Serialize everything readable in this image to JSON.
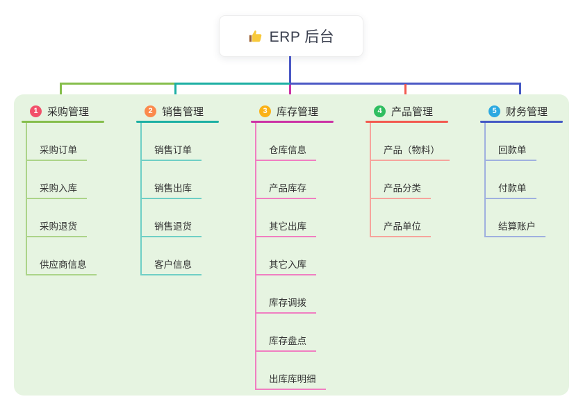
{
  "root": {
    "title": "ERP 后台",
    "icon": "thumbs-up-icon",
    "line_color": "#4a58c5"
  },
  "panel": {
    "background": "#e6f4e1"
  },
  "branches": [
    {
      "num": "1",
      "label": "采购管理",
      "badge_color": "#f2506a",
      "line_color": "#85be4b",
      "child_line_color": "#acd489",
      "children": [
        "采购订单",
        "采购入库",
        "采购退货",
        "供应商信息"
      ]
    },
    {
      "num": "2",
      "label": "销售管理",
      "badge_color": "#fb8a4d",
      "line_color": "#1cafa3",
      "child_line_color": "#6fcfc5",
      "children": [
        "销售订单",
        "销售出库",
        "销售退货",
        "客户信息"
      ]
    },
    {
      "num": "3",
      "label": "库存管理",
      "badge_color": "#fbb216",
      "line_color": "#cb32a5",
      "child_line_color": "#f07ec1",
      "children": [
        "仓库信息",
        "产品库存",
        "其它出库",
        "其它入库",
        "库存调拨",
        "库存盘点",
        "出库库明细"
      ]
    },
    {
      "num": "4",
      "label": "产品管理",
      "badge_color": "#2fbe60",
      "line_color": "#f2594f",
      "child_line_color": "#f6a49c",
      "children": [
        "产品（物料）",
        "产品分类",
        "产品单位"
      ]
    },
    {
      "num": "5",
      "label": "财务管理",
      "badge_color": "#2ba9e1",
      "line_color": "#4458c4",
      "child_line_color": "#9fb0df",
      "children": [
        "回款单",
        "付款单",
        "结算账户"
      ]
    }
  ]
}
